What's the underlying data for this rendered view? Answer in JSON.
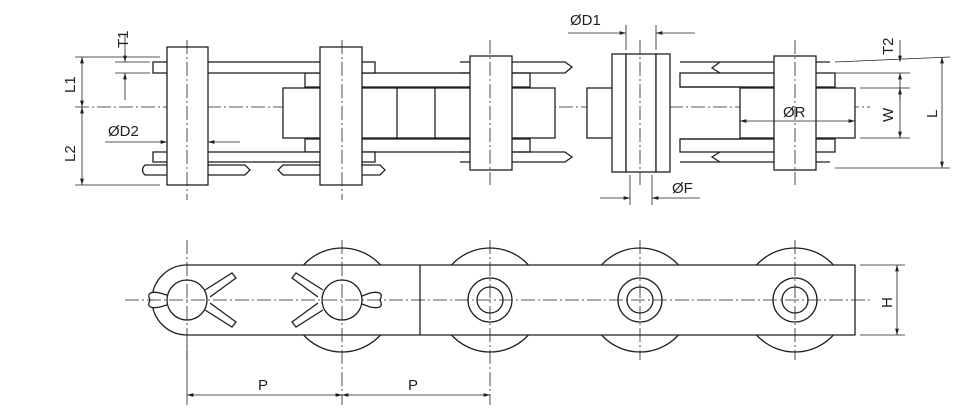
{
  "labels": {
    "t1": "T1",
    "l1": "L1",
    "l2": "L2",
    "d2": "ØD2",
    "d1": "ØD1",
    "t2": "T2",
    "w": "W",
    "l": "L",
    "r": "ØR",
    "f": "ØF",
    "h": "H",
    "p1": "P",
    "p2": "P"
  }
}
